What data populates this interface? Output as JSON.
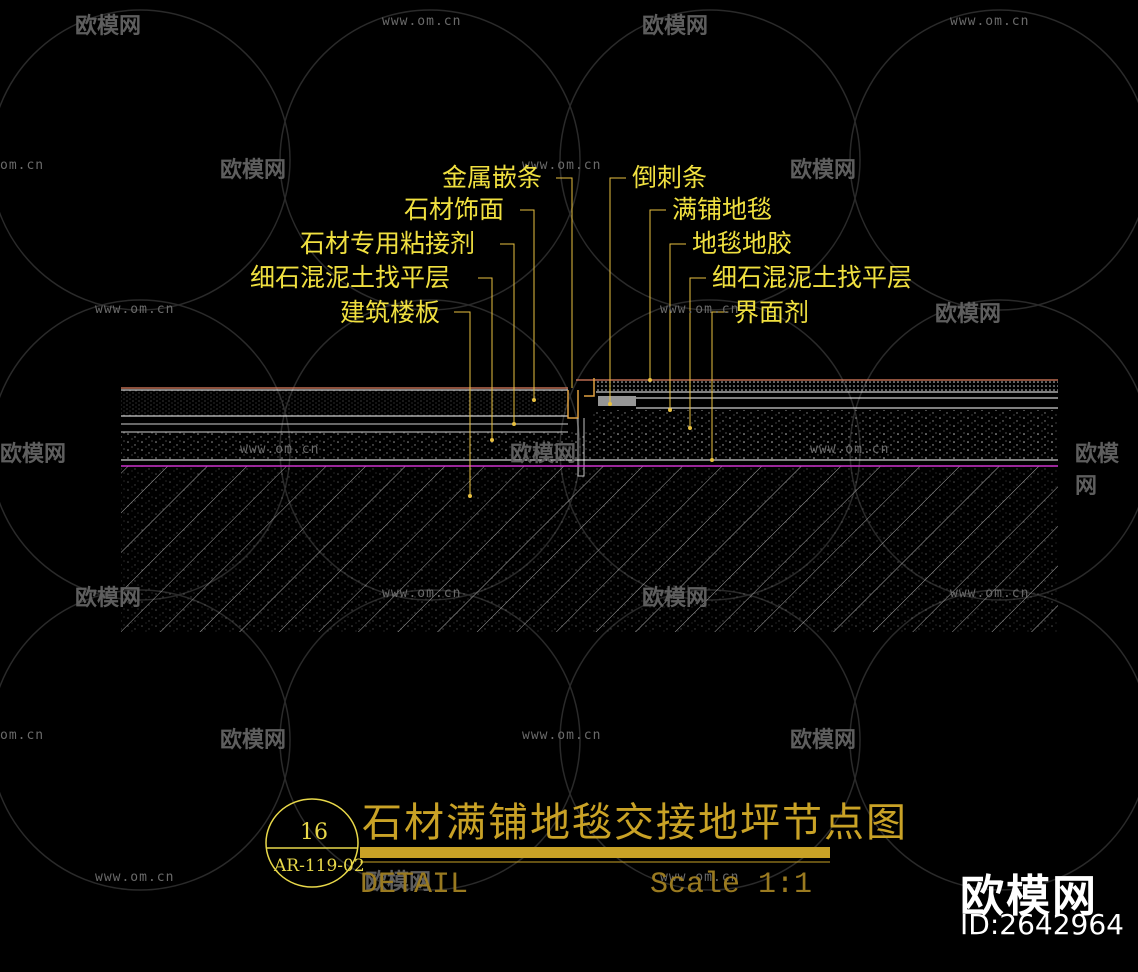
{
  "watermark": {
    "logo_text": "欧模网",
    "url_text": "www.om.cn",
    "url_partial": "om.cn",
    "logo_partial": "欧模网"
  },
  "labels_left": [
    "金属嵌条",
    "石材饰面",
    "石材专用粘接剂",
    "细石混泥土找平层",
    "建筑楼板"
  ],
  "labels_right": [
    "倒刺条",
    "满铺地毯",
    "地毯地胶",
    "细石混泥土找平层",
    "界面剂"
  ],
  "title": {
    "chinese": "石材满铺地毯交接地坪节点图",
    "detail": "DETAIL",
    "scale": "Scale 1:1",
    "number": "16",
    "code": "AR-119-02"
  },
  "brand": {
    "name": "欧模网",
    "id": "ID:2642964"
  },
  "colors": {
    "background": "#000000",
    "label": "#f0e040",
    "leader": "#e8c040",
    "title": "#c9a226",
    "magenta_line": "#cc33cc",
    "layer_line": "#ffffff",
    "hatch": "#bfbfbf"
  }
}
